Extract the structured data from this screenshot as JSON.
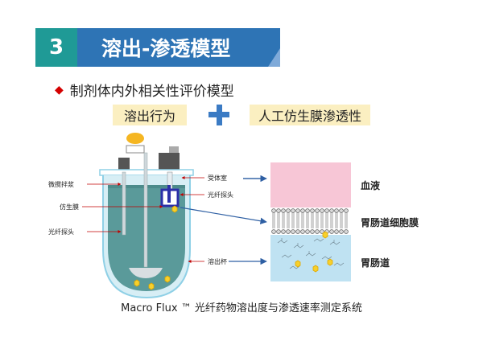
{
  "header": {
    "number": "3",
    "title": "溶出-渗透模型"
  },
  "subtitle": "制剂体内外相关性评价模型",
  "chips": {
    "left": "溶出行为",
    "right": "人工仿生膜渗透性"
  },
  "apparatus_labels": {
    "stirrer": "微搅拌浆",
    "membrane": "仿生膜",
    "probe_left": "光纤探头",
    "receiver": "受体室",
    "probe_right": "光纤探头",
    "cup": "溶出杯"
  },
  "layers": {
    "blood": "血液",
    "membrane": "胃肠道细胞膜",
    "gi": "胃肠道"
  },
  "caption": "Macro Flux ™ 光纤药物溶出度与渗透速率测定系统",
  "colors": {
    "teal": "#1f9a96",
    "blue": "#2e74b5",
    "chip": "#fbefc1",
    "blood": "#f7c6d6",
    "gi": "#bfe2f2",
    "vessel_liquid": "#5a9a9a"
  }
}
